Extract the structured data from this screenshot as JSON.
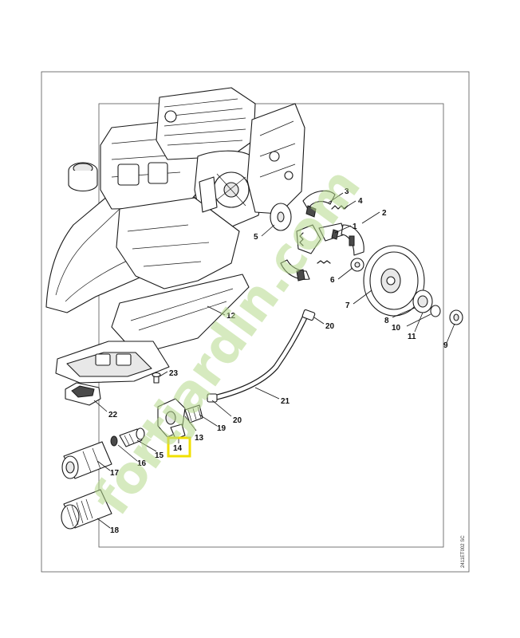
{
  "diagram": {
    "drawing_code": "2411ET002 SC",
    "highlighted_part": "14",
    "highlight_color": "#f0e000",
    "watermark_text": "fortjardin.com",
    "watermark_color": "#b4d88a",
    "callouts": [
      {
        "id": "c1",
        "label": "1"
      },
      {
        "id": "c2",
        "label": "2"
      },
      {
        "id": "c3",
        "label": "3"
      },
      {
        "id": "c4",
        "label": "4"
      },
      {
        "id": "c5",
        "label": "5"
      },
      {
        "id": "c6",
        "label": "6"
      },
      {
        "id": "c7",
        "label": "7"
      },
      {
        "id": "c8",
        "label": "8"
      },
      {
        "id": "c9",
        "label": "9"
      },
      {
        "id": "c10",
        "label": "10"
      },
      {
        "id": "c11",
        "label": "11"
      },
      {
        "id": "c12",
        "label": "12"
      },
      {
        "id": "c13",
        "label": "13"
      },
      {
        "id": "c14",
        "label": "14"
      },
      {
        "id": "c15",
        "label": "15"
      },
      {
        "id": "c16",
        "label": "16"
      },
      {
        "id": "c17",
        "label": "17"
      },
      {
        "id": "c18",
        "label": "18"
      },
      {
        "id": "c19",
        "label": "19"
      },
      {
        "id": "c20a",
        "label": "20"
      },
      {
        "id": "c20b",
        "label": "20"
      },
      {
        "id": "c21",
        "label": "21"
      },
      {
        "id": "c22",
        "label": "22"
      },
      {
        "id": "c23",
        "label": "23"
      }
    ]
  }
}
